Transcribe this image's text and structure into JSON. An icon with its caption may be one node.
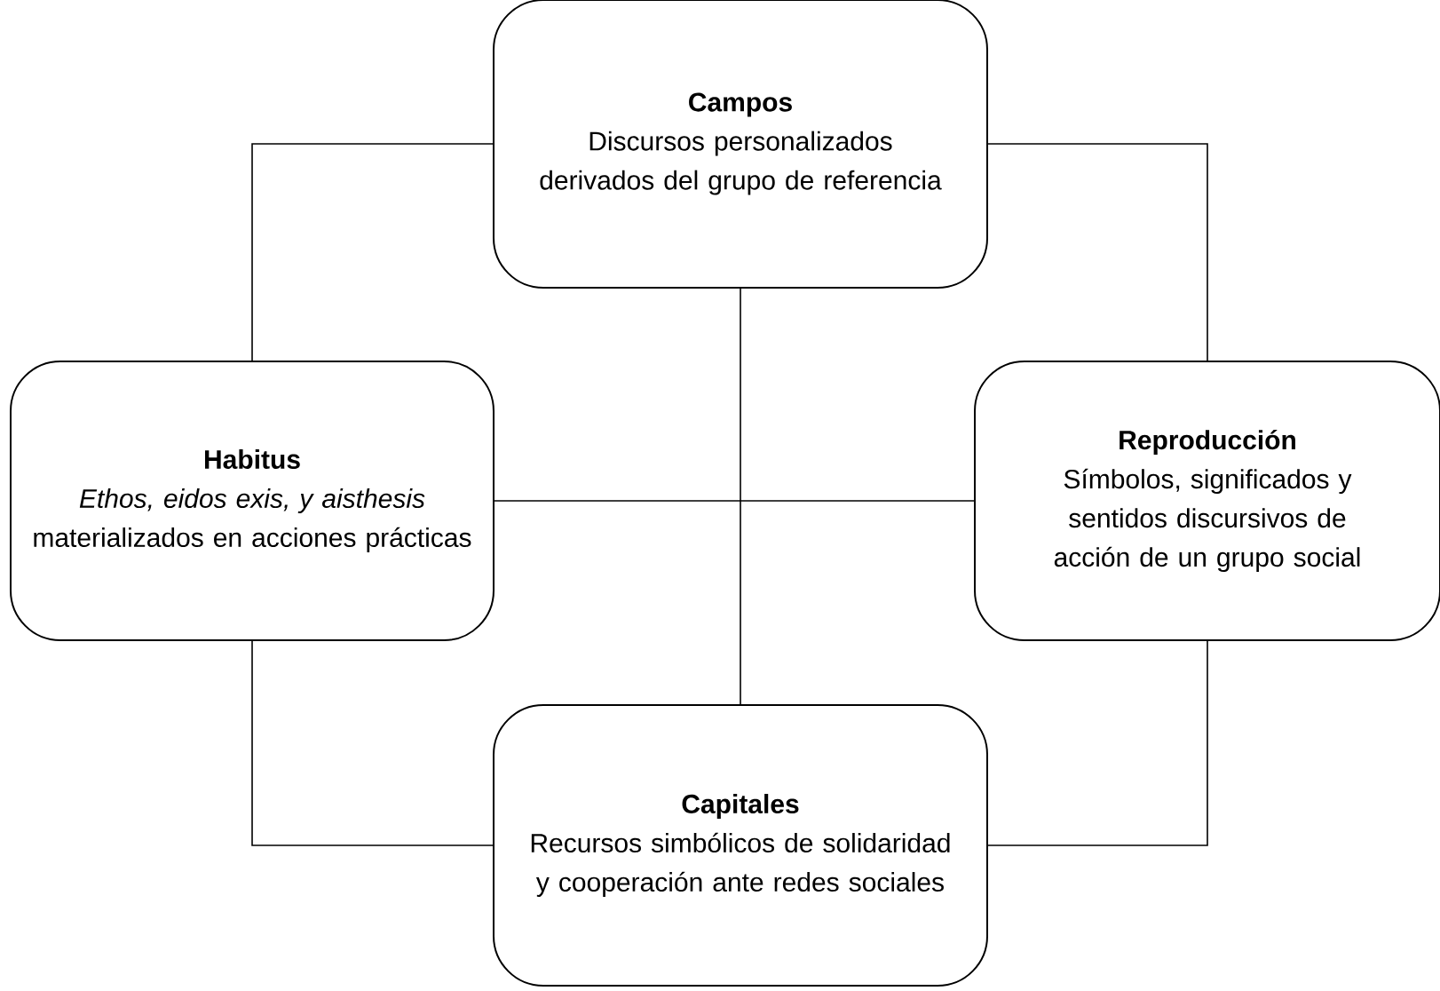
{
  "diagram": {
    "nodes": [
      {
        "text": [
          "Campos",
          "Discursos personalizados derivados del grupo de referencia"
        ]
      },
      {
        "text": [
          "Habitus",
          "*Ethos, eidos exis, y aisthesis* materializados en acciones prácticas"
        ]
      },
      {
        "text": [
          "Reproducción",
          "Símbolos, significados y sentidos discursivos de acción de un grupo social"
        ]
      },
      {
        "text": [
          "Capitales",
          "Recursos simbólicos de solidaridad y cooperación ante redes sociales"
        ]
      }
    ],
    "edges": [
      {
        "from": 0,
        "to": 1,
        "arrow": "none"
      },
      {
        "from": 0,
        "to": 2,
        "arrow": "none"
      },
      {
        "from": 1,
        "to": 3,
        "arrow": "none"
      },
      {
        "from": 2,
        "to": 3,
        "arrow": "none"
      },
      {
        "from": 0,
        "to": 3,
        "arrow": "none"
      },
      {
        "from": 1,
        "to": 2,
        "arrow": "none"
      }
    ]
  }
}
